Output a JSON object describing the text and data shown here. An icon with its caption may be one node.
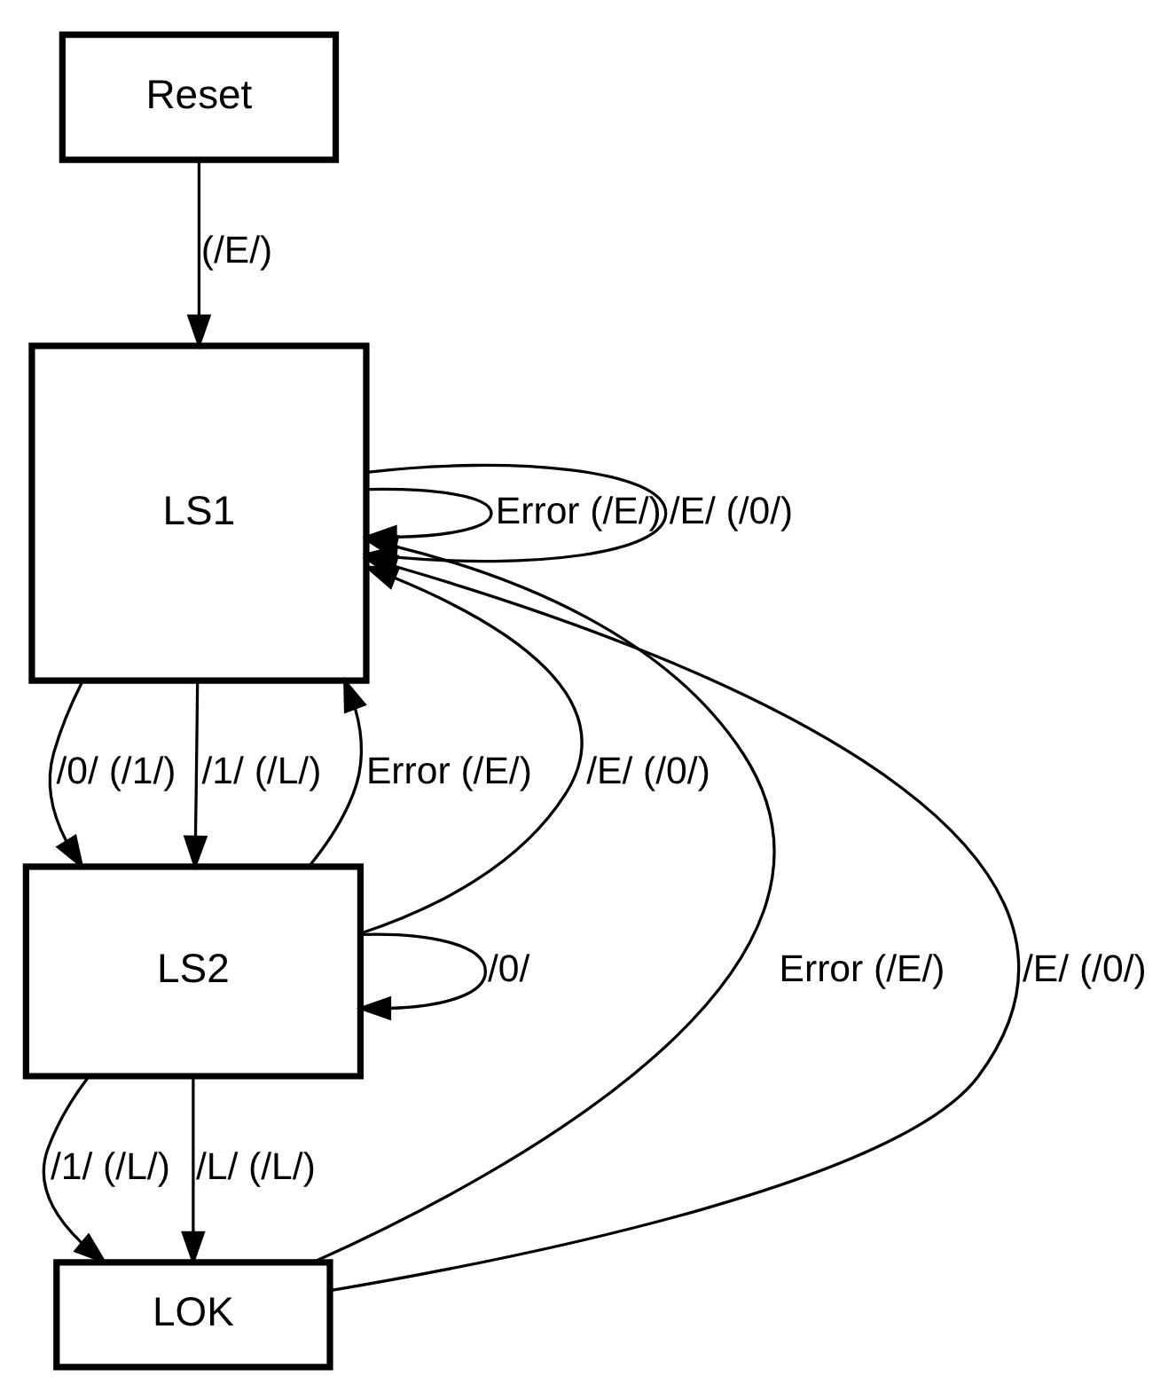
{
  "diagram": {
    "nodes": [
      {
        "text": [
          "Reset"
        ]
      },
      {
        "text": [
          "LS1"
        ]
      },
      {
        "text": [
          "LS2"
        ]
      },
      {
        "text": [
          "LOK"
        ]
      }
    ],
    "edges": [
      {
        "from": 0,
        "to": 1,
        "arrow": "to",
        "label": "(/E/)"
      },
      {
        "from": 1,
        "to": 1,
        "arrow": "to",
        "label": "Error (/E/)"
      },
      {
        "from": 1,
        "to": 1,
        "arrow": "to",
        "label": "/E/ (/0/)"
      },
      {
        "from": 1,
        "to": 2,
        "arrow": "to",
        "label": "/0/ (/1/)"
      },
      {
        "from": 1,
        "to": 2,
        "arrow": "to",
        "label": "/1/ (/L/)"
      },
      {
        "from": 2,
        "to": 1,
        "arrow": "to",
        "label": "Error (/E/)"
      },
      {
        "from": 2,
        "to": 1,
        "arrow": "to",
        "label": "/E/ (/0/)"
      },
      {
        "from": 2,
        "to": 2,
        "arrow": "to",
        "label": "/0/"
      },
      {
        "from": 2,
        "to": 3,
        "arrow": "to",
        "label": "/1/ (/L/)"
      },
      {
        "from": 2,
        "to": 3,
        "arrow": "to",
        "label": "/L/ (/L/)"
      },
      {
        "from": 3,
        "to": 1,
        "arrow": "to",
        "label": "Error (/E/)"
      },
      {
        "from": 3,
        "to": 1,
        "arrow": "to",
        "label": "/E/ (/0/)"
      }
    ]
  }
}
